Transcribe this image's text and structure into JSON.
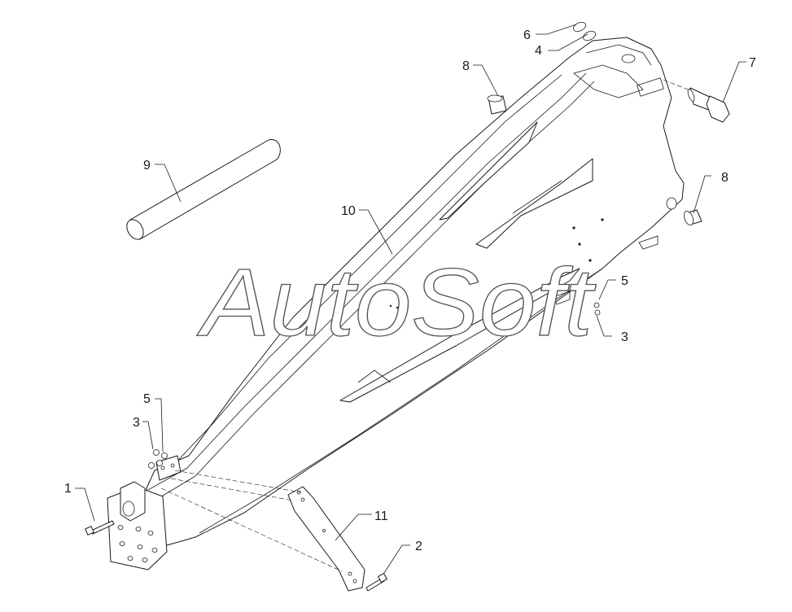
{
  "watermark": "AutoSoft",
  "callouts": {
    "c1": "1",
    "c2": "2",
    "c3a": "3",
    "c3b": "3",
    "c4": "4",
    "c5a": "5",
    "c5b": "5",
    "c6": "6",
    "c7": "7",
    "c8a": "8",
    "c8b": "8",
    "c9": "9",
    "c10": "10",
    "c11": "11"
  }
}
